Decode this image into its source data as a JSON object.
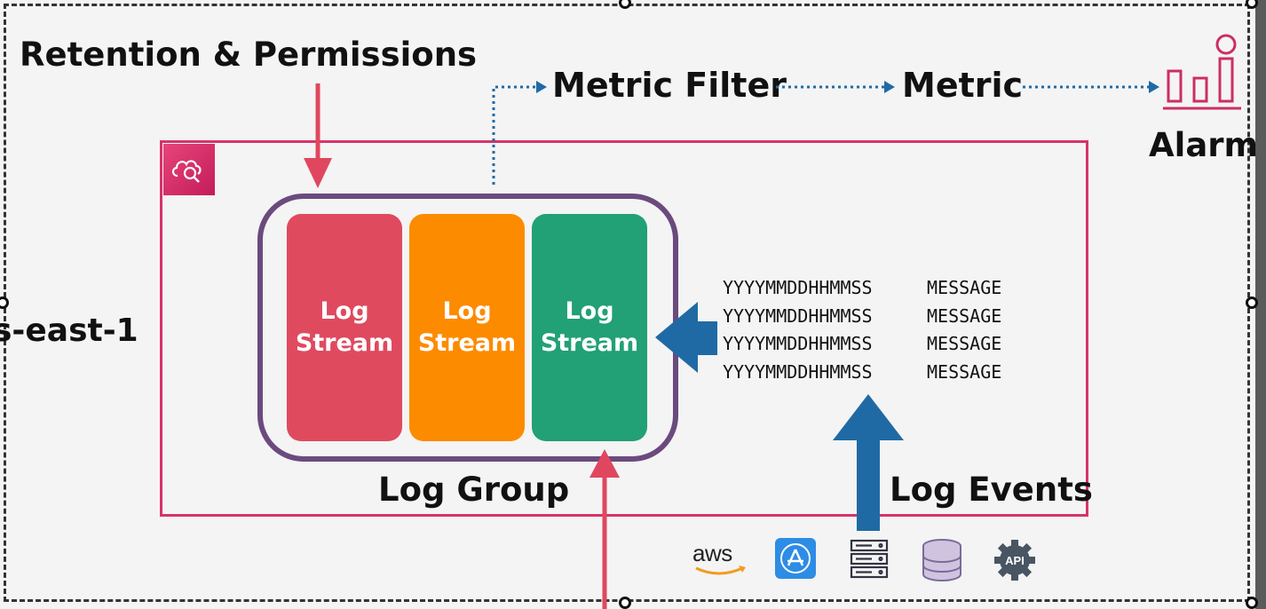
{
  "labels": {
    "retention": "Retention & Permissions",
    "region": "s-east-1",
    "metric_filter": "Metric Filter",
    "metric": "Metric",
    "alarm": "Alarm",
    "log_group": "Log Group",
    "log_events": "Log Events"
  },
  "streams": [
    {
      "label": "Log\nStream",
      "color": "#df4a5f"
    },
    {
      "label": "Log\nStream",
      "color": "#fd8b00"
    },
    {
      "label": "Log\nStream",
      "color": "#22a076"
    }
  ],
  "events": [
    {
      "timestamp": "YYYYMMDDHHMMSS",
      "message": "MESSAGE"
    },
    {
      "timestamp": "YYYYMMDDHHMMSS",
      "message": "MESSAGE"
    },
    {
      "timestamp": "YYYYMMDDHHMMSS",
      "message": "MESSAGE"
    },
    {
      "timestamp": "YYYYMMDDHHMMSS",
      "message": "MESSAGE"
    }
  ],
  "sources": {
    "aws_text": "aws",
    "api_text": "API",
    "icons": [
      "aws-logo",
      "app-store-icon",
      "server-icon",
      "database-icon",
      "api-gear-icon"
    ]
  },
  "colors": {
    "region_border": "#d6336c",
    "group_border": "#6b4a7e",
    "red_arrow": "#e0475e",
    "blue_arrow": "#1f6aa5",
    "dotted_line": "#1f6aa5",
    "alarm_icon": "#cc2e64"
  }
}
